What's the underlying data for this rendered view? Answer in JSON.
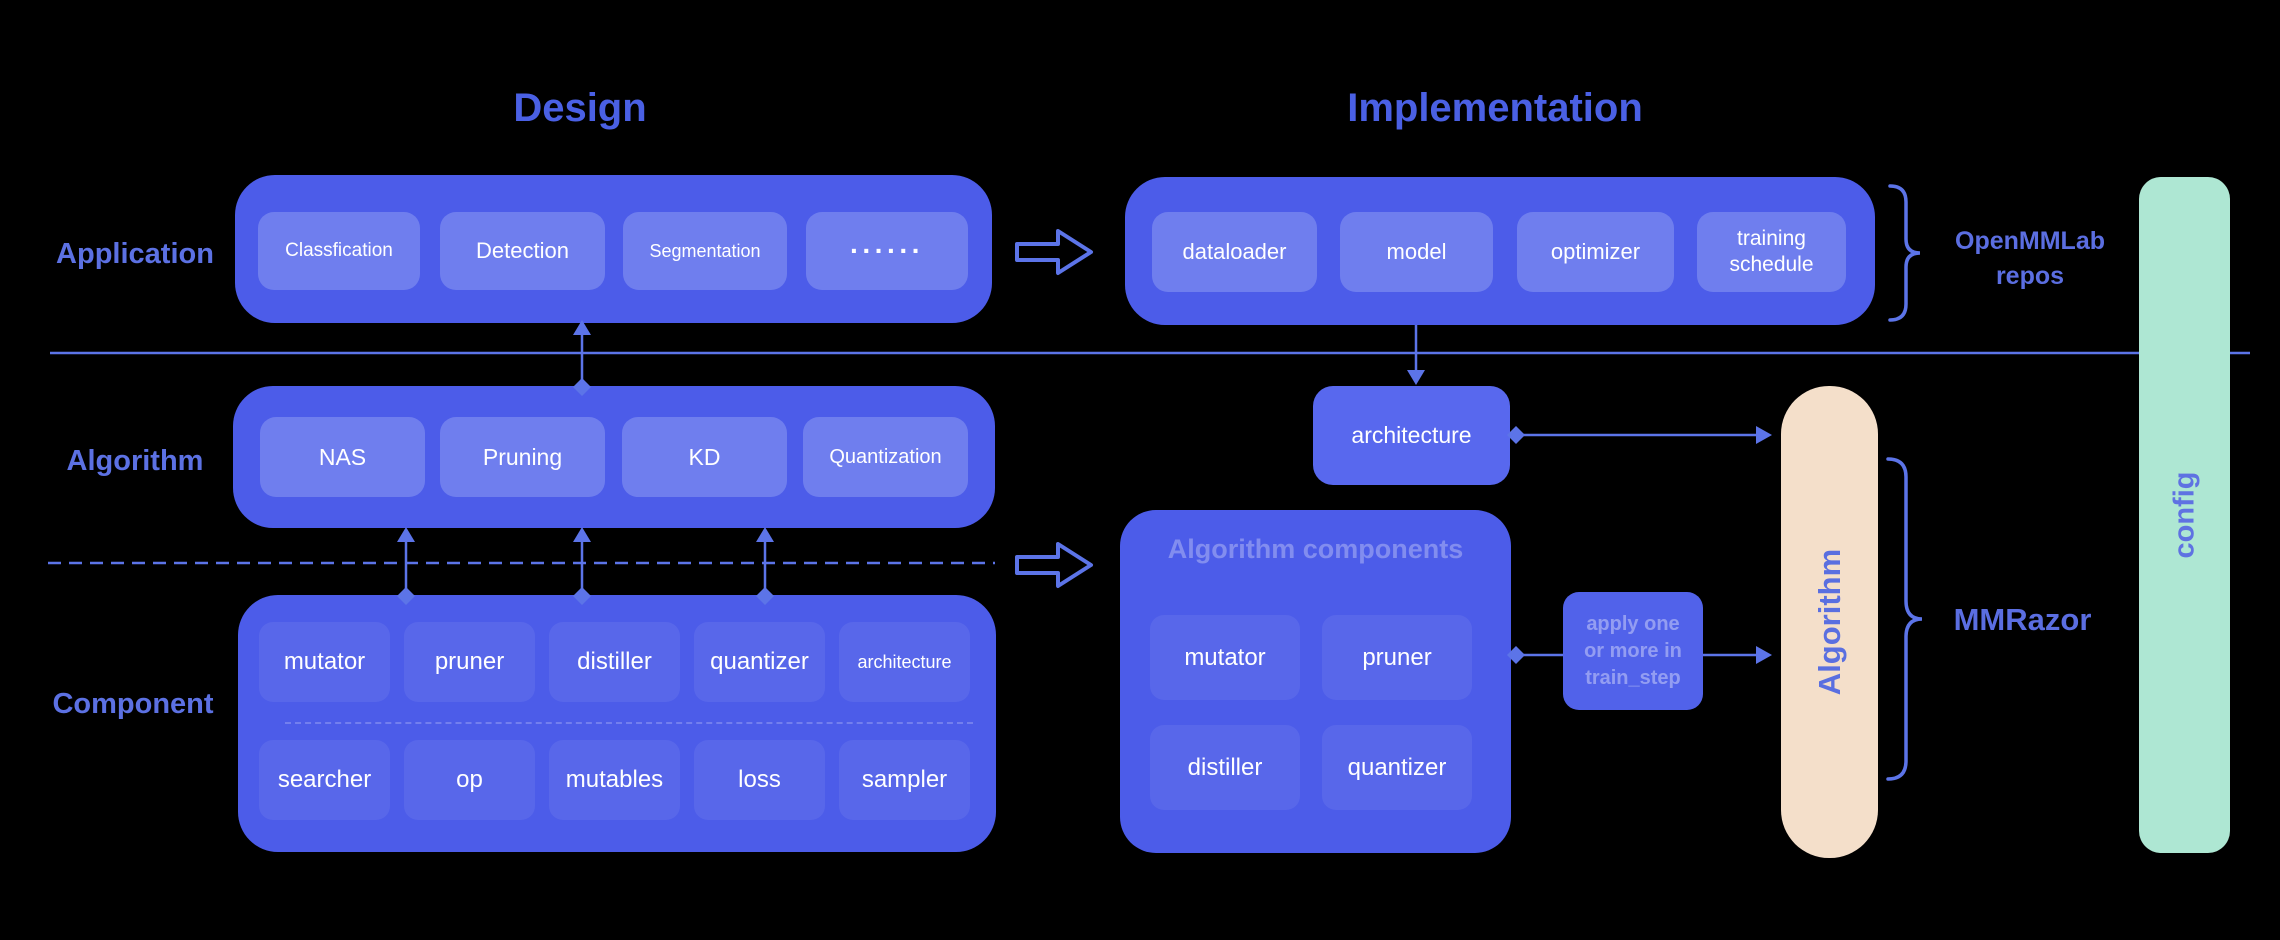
{
  "titles": {
    "design": "Design",
    "implementation": "Implementation"
  },
  "row_labels": {
    "application": "Application",
    "algorithm": "Algorithm",
    "component": "Component"
  },
  "design": {
    "application_boxes": [
      "Classfication",
      "Detection",
      "Segmentation",
      "······"
    ],
    "algorithm_boxes": [
      "NAS",
      "Pruning",
      "KD",
      "Quantization"
    ],
    "component_row1": [
      "mutator",
      "pruner",
      "distiller",
      "quantizer",
      "architecture"
    ],
    "component_row2": [
      "searcher",
      "op",
      "mutables",
      "loss",
      "sampler"
    ]
  },
  "implementation": {
    "pipeline_boxes": [
      "dataloader",
      "model",
      "optimizer",
      "training schedule"
    ],
    "architecture_box": "architecture",
    "components_title": "Algorithm components",
    "component_boxes": [
      "mutator",
      "pruner",
      "distiller",
      "quantizer"
    ],
    "apply_note_lines": [
      "apply one",
      "or more in",
      "train_step"
    ],
    "algorithm_bar": "Algorithm",
    "config_bar": "config"
  },
  "annotations": {
    "openmmlab_lines": [
      "OpenMMLab",
      "repos"
    ],
    "mmrazor": "MMRazor"
  },
  "colors": {
    "background": "#000000",
    "container_blue": "#4c5ce9",
    "chip_blue": "#6f7eee",
    "accent_line": "#5c74e8",
    "label_blue": "#5c71e3",
    "beige_bar": "#f4dfca",
    "mint_bar": "#aee7d3",
    "bar_text_blue": "#5a6fe0"
  }
}
